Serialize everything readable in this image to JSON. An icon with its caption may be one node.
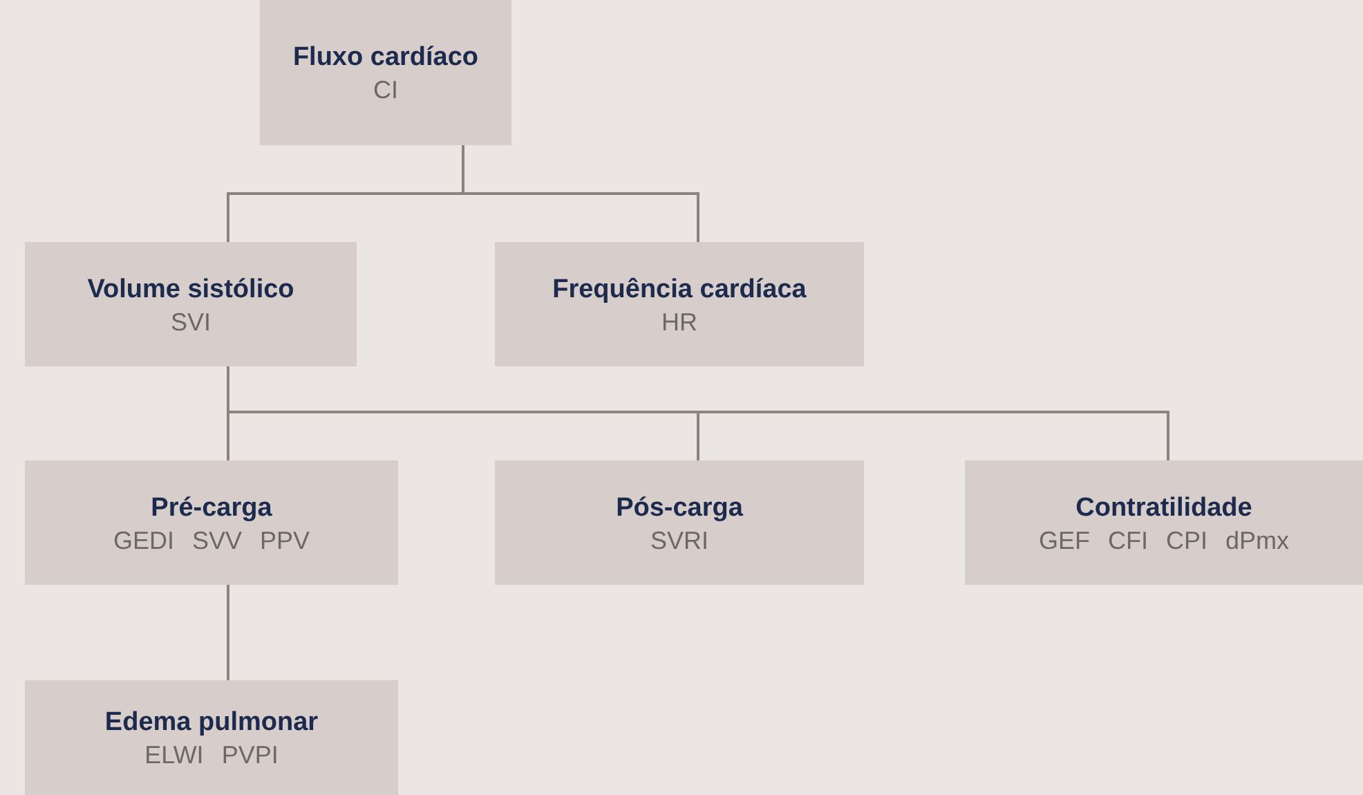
{
  "diagram": {
    "nodes": [
      {
        "text": [
          "Fluxo cardíaco",
          "CI"
        ]
      },
      {
        "text": [
          "Volume sistólico",
          "SVI"
        ]
      },
      {
        "text": [
          "Frequência cardíaca",
          "HR"
        ]
      },
      {
        "text": [
          "Pré-carga",
          "GEDI SVV PPV"
        ]
      },
      {
        "text": [
          "Pós-carga",
          "SVRI"
        ]
      },
      {
        "text": [
          "Contratilidade",
          "GEF CFI CPI dPmx"
        ]
      },
      {
        "text": [
          "Edema pulmonar",
          "ELWI PVPI"
        ]
      }
    ],
    "edges": [
      {
        "from": 0,
        "to": 1,
        "arrow": "none"
      },
      {
        "from": 0,
        "to": 2,
        "arrow": "none"
      },
      {
        "from": 1,
        "to": 3,
        "arrow": "none"
      },
      {
        "from": 1,
        "to": 4,
        "arrow": "none"
      },
      {
        "from": 1,
        "to": 5,
        "arrow": "none"
      },
      {
        "from": 3,
        "to": 6,
        "arrow": "none"
      }
    ]
  }
}
